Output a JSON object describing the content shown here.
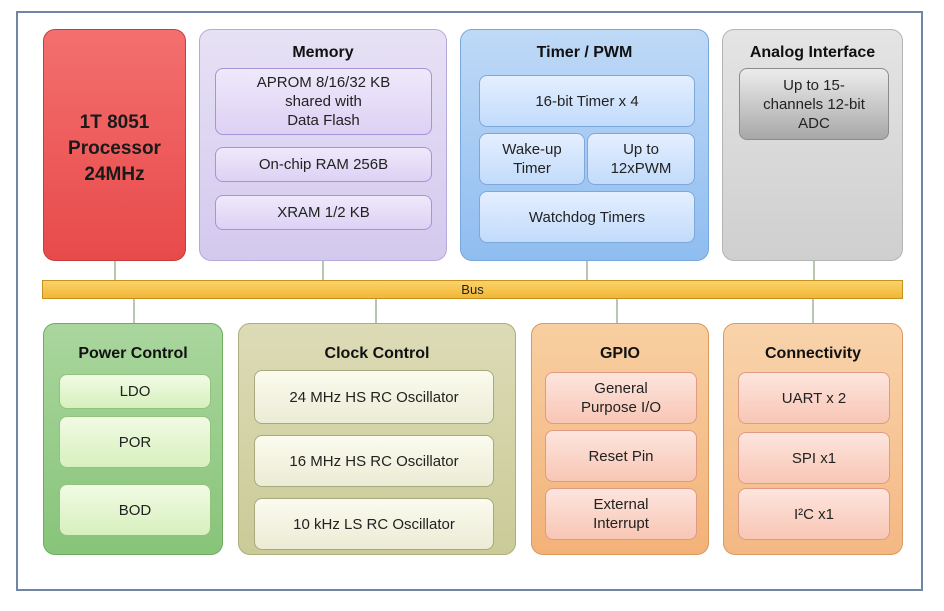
{
  "processor": {
    "label": "1T 8051\nProcessor\n24MHz"
  },
  "memory": {
    "title": "Memory",
    "items": [
      "APROM 8/16/32 KB\nshared with\nData Flash",
      "On-chip RAM 256B",
      "XRAM 1/2 KB"
    ]
  },
  "timer": {
    "title": "Timer / PWM",
    "timer16": "16-bit Timer x 4",
    "wakeup": "Wake-up\nTimer",
    "pwm": "Up to\n12xPWM",
    "watchdog": "Watchdog Timers"
  },
  "analog": {
    "title": "Analog Interface",
    "adc": "Up to 15-\nchannels 12-bit\nADC"
  },
  "bus": {
    "label": "Bus"
  },
  "power": {
    "title": "Power Control",
    "items": [
      "LDO",
      "POR",
      "BOD"
    ]
  },
  "clock": {
    "title": "Clock Control",
    "items": [
      "24 MHz HS RC Oscillator",
      "16 MHz HS RC Oscillator",
      "10 kHz LS RC Oscillator"
    ]
  },
  "gpio": {
    "title": "GPIO",
    "items": [
      "General\nPurpose I/O",
      "Reset Pin",
      "External\nInterrupt"
    ]
  },
  "connectivity": {
    "title": "Connectivity",
    "items": [
      "UART x 2",
      "SPI x1",
      "I²C x1"
    ]
  },
  "colors": {
    "processor": "#ee5a5a",
    "memory": "#d8cff0",
    "timer": "#9cc5f2",
    "analog": "#d6d6d6",
    "bus": "#f6c44c",
    "power": "#93ca86",
    "clock": "#d0d0a2",
    "gpio": "#f5bd86",
    "connectivity": "#f6c290"
  }
}
